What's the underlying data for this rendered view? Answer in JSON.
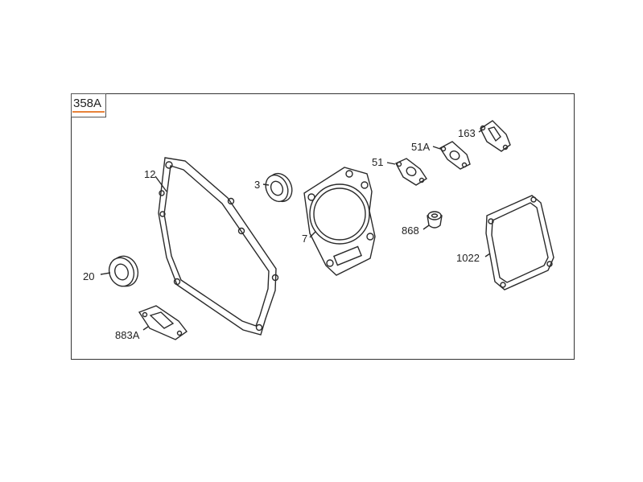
{
  "kit_label": "358A",
  "colors": {
    "accent": "#e8823a",
    "line": "#2a2a2a"
  },
  "callouts": {
    "p12": "12",
    "p3": "3",
    "p7": "7",
    "p51": "51",
    "p51a": "51A",
    "p163": "163",
    "p868": "868",
    "p1022": "1022",
    "p20": "20",
    "p883a": "883A"
  }
}
